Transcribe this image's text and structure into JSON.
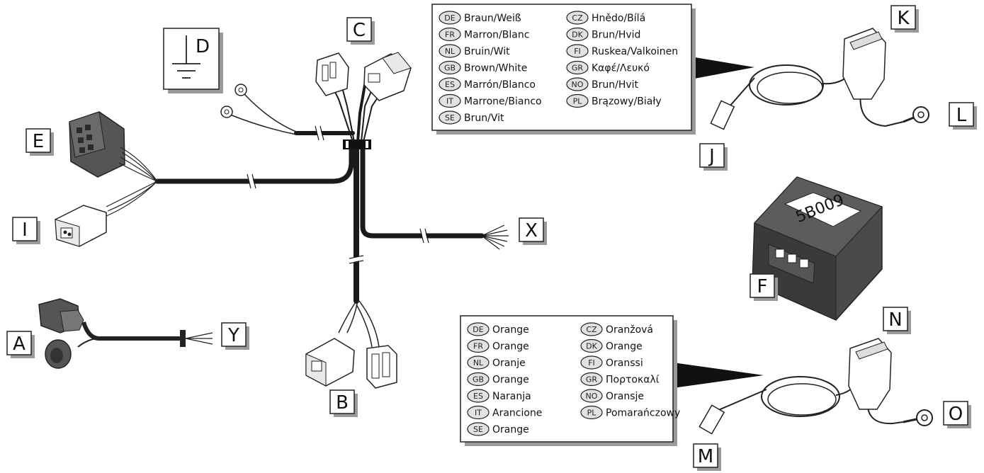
{
  "labels": {
    "A": "A",
    "B": "B",
    "C": "C",
    "D": "D",
    "E": "E",
    "F": "F",
    "I": "I",
    "J": "J",
    "K": "K",
    "L": "L",
    "M": "M",
    "N": "N",
    "O": "O",
    "X": "X",
    "Y": "Y"
  },
  "ecu_text": "5B009",
  "legend_brown_white": {
    "left": [
      {
        "code": "DE",
        "text": "Braun/Weiß"
      },
      {
        "code": "FR",
        "text": "Marron/Blanc"
      },
      {
        "code": "NL",
        "text": "Bruin/Wit"
      },
      {
        "code": "GB",
        "text": "Brown/White"
      },
      {
        "code": "ES",
        "text": "Marrón/Blanco"
      },
      {
        "code": "IT",
        "text": "Marrone/Bianco"
      },
      {
        "code": "SE",
        "text": "Brun/Vit"
      }
    ],
    "right": [
      {
        "code": "CZ",
        "text": "Hnědo/Bílá"
      },
      {
        "code": "DK",
        "text": "Brun/Hvid"
      },
      {
        "code": "FI",
        "text": "Ruskea/Valkoinen"
      },
      {
        "code": "GR",
        "text": "Καφέ/Λευκό"
      },
      {
        "code": "NO",
        "text": "Brun/Hvit"
      },
      {
        "code": "PL",
        "text": "Brązowy/Biały"
      }
    ]
  },
  "legend_orange": {
    "left": [
      {
        "code": "DE",
        "text": "Orange"
      },
      {
        "code": "FR",
        "text": "Orange"
      },
      {
        "code": "NL",
        "text": "Oranje"
      },
      {
        "code": "GB",
        "text": "Orange"
      },
      {
        "code": "ES",
        "text": "Naranja"
      },
      {
        "code": "IT",
        "text": "Arancione"
      },
      {
        "code": "SE",
        "text": "Orange"
      }
    ],
    "right": [
      {
        "code": "CZ",
        "text": "Oranžová"
      },
      {
        "code": "DK",
        "text": "Orange"
      },
      {
        "code": "FI",
        "text": "Oranssi"
      },
      {
        "code": "GR",
        "text": "Πορτοκαλί"
      },
      {
        "code": "NO",
        "text": "Oransje"
      },
      {
        "code": "PL",
        "text": "Pomarańczowy"
      }
    ]
  }
}
